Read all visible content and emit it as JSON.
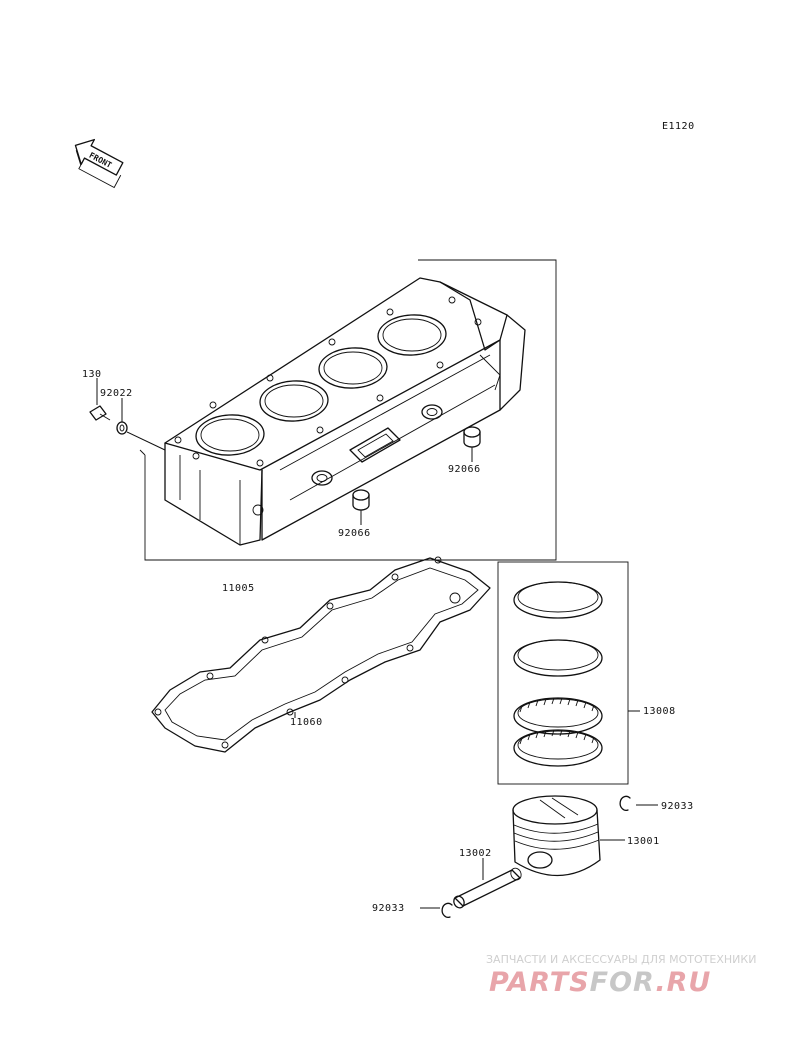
{
  "diagram": {
    "code": "E1120",
    "front_arrow_text": "FRONT",
    "parts": [
      {
        "id": "bolt",
        "number": "130"
      },
      {
        "id": "washer",
        "number": "92022"
      },
      {
        "id": "cylinder",
        "number": "11005"
      },
      {
        "id": "dowel-upper",
        "number": "92066"
      },
      {
        "id": "dowel-lower",
        "number": "92066"
      },
      {
        "id": "base-gasket",
        "number": "11060"
      },
      {
        "id": "ring-set",
        "number": "13008"
      },
      {
        "id": "circlip-upper",
        "number": "92033"
      },
      {
        "id": "piston",
        "number": "13001"
      },
      {
        "id": "piston-pin",
        "number": "13002"
      },
      {
        "id": "circlip-lower",
        "number": "92033"
      }
    ]
  },
  "watermark": {
    "tagline": "ЗАПЧАСТИ И АКСЕССУАРЫ ДЛЯ МОТОТЕХНИКИ",
    "brand_a": "PARTS",
    "brand_b": "FOR",
    "brand_c": ".RU",
    "color_primary": "#e8a5aa",
    "color_secondary": "#c7c7c7"
  }
}
